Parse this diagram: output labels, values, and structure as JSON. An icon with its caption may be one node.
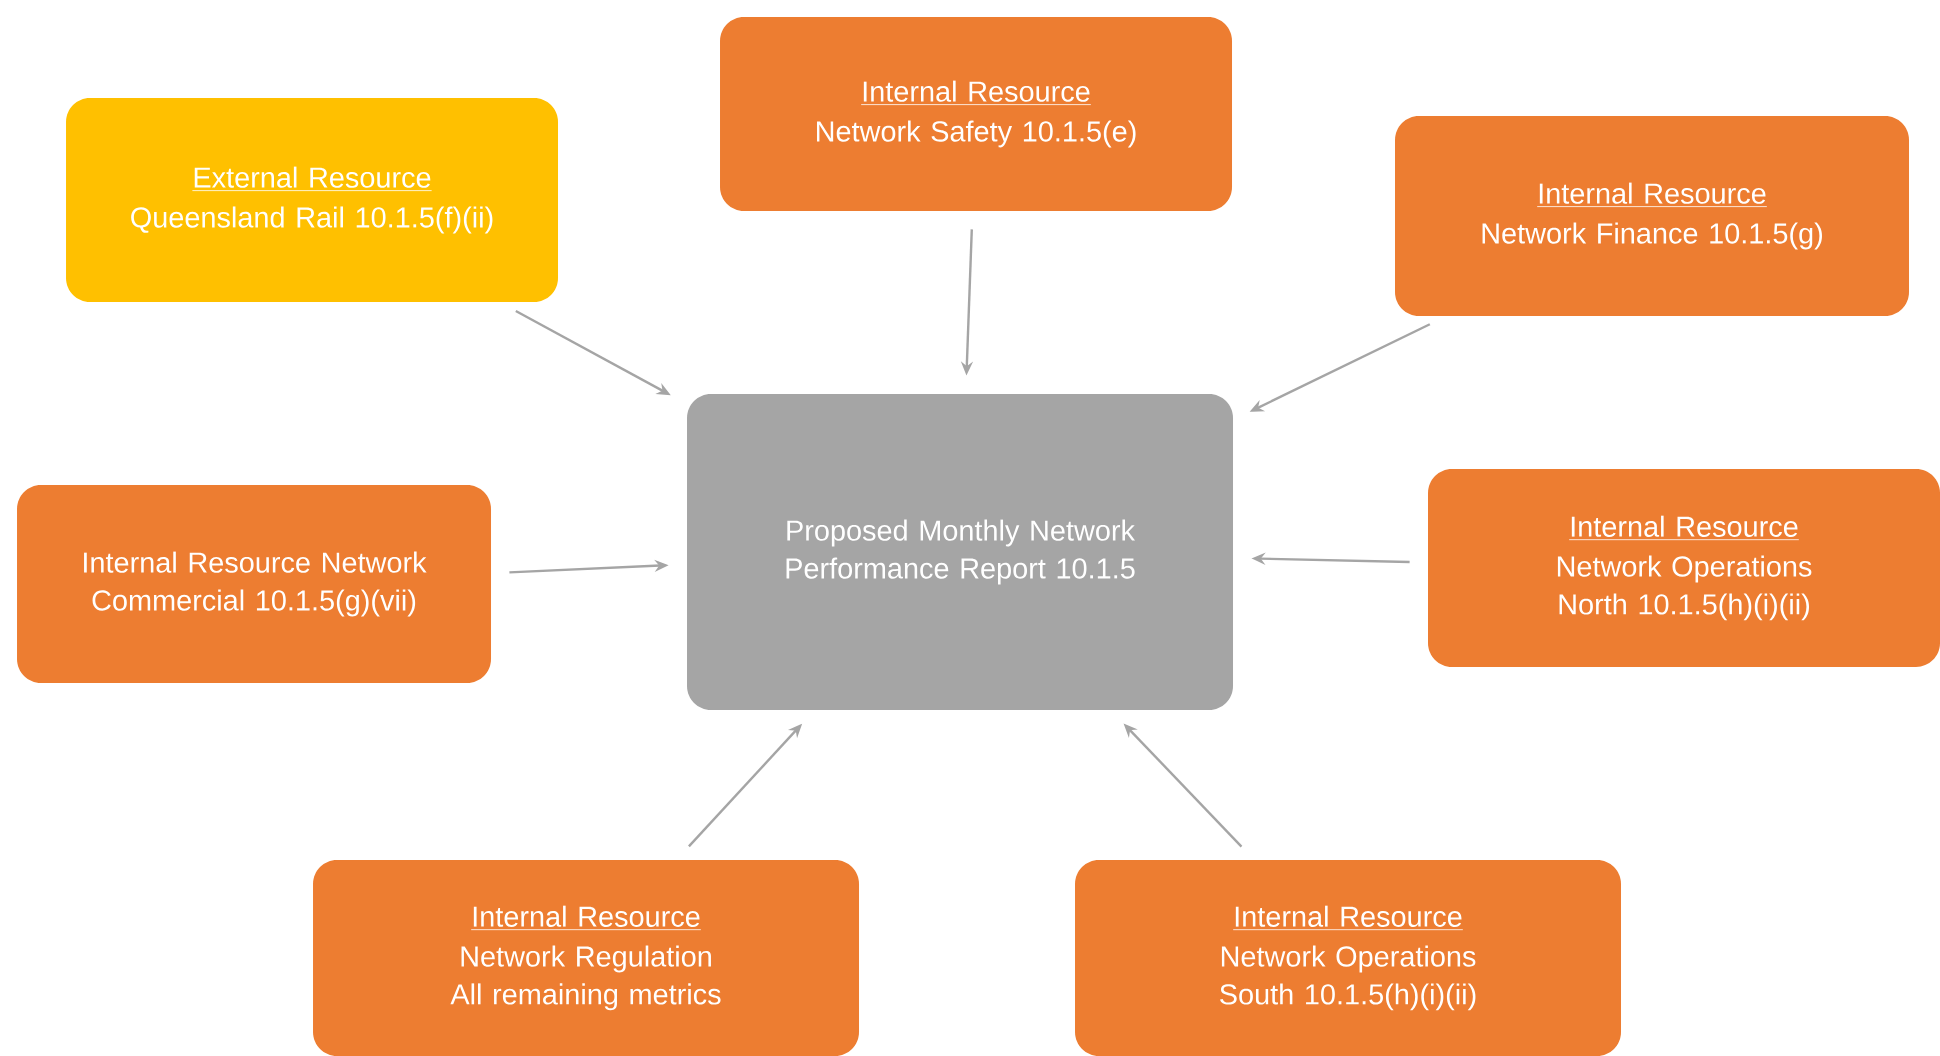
{
  "diagram": {
    "nodes": [
      {
        "text": [
          "Internal Resource",
          "Network Safety 10.1.5(e)"
        ]
      },
      {
        "text": [
          "External Resource",
          "Queensland Rail 10.1.5(f)(ii)"
        ]
      },
      {
        "text": [
          "Internal Resource",
          "Network Finance 10.1.5(g)"
        ]
      },
      {
        "text": [
          "Proposed Monthly Network Performance Report 10.1.5"
        ]
      },
      {
        "text": [
          "Internal Resource Network Commercial 10.1.5(g)(vii)"
        ]
      },
      {
        "text": [
          "Internal Resource",
          "Network Operations North 10.1.5(h)(i)(ii)"
        ]
      },
      {
        "text": [
          "Internal Resource",
          "Network Regulation All remaining metrics"
        ]
      },
      {
        "text": [
          "Internal Resource",
          "Network Operations South 10.1.5(h)(i)(ii)"
        ]
      }
    ],
    "edges": [
      {
        "from": 0,
        "to": 3,
        "arrow": "to"
      },
      {
        "from": 1,
        "to": 3,
        "arrow": "to"
      },
      {
        "from": 2,
        "to": 3,
        "arrow": "to"
      },
      {
        "from": 4,
        "to": 3,
        "arrow": "to"
      },
      {
        "from": 5,
        "to": 3,
        "arrow": "to"
      },
      {
        "from": 6,
        "to": 3,
        "arrow": "to"
      },
      {
        "from": 7,
        "to": 3,
        "arrow": "to"
      }
    ]
  }
}
